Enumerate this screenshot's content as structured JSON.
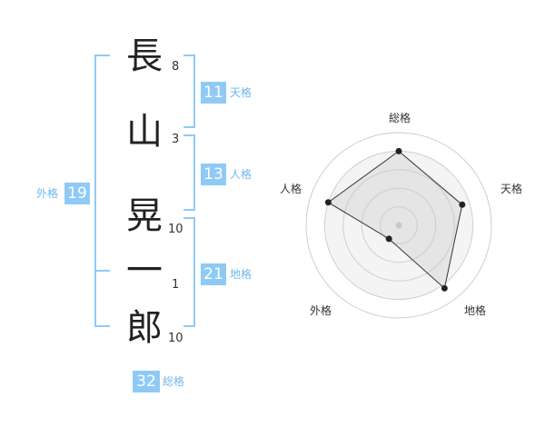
{
  "name": {
    "chars": [
      "長",
      "山",
      "晃",
      "一",
      "郎"
    ],
    "strokes": [
      "8",
      "3",
      "10",
      "1",
      "10"
    ]
  },
  "kaku": {
    "tenkaku": {
      "value": "11",
      "label": "天格"
    },
    "jinkaku": {
      "value": "13",
      "label": "人格"
    },
    "chikaku": {
      "value": "21",
      "label": "地格"
    },
    "gaikaku": {
      "value": "19",
      "label": "外格"
    },
    "soukaku": {
      "value": "32",
      "label": "総格"
    }
  },
  "radar": {
    "labels": [
      "総格",
      "天格",
      "地格",
      "外格",
      "人格"
    ],
    "levels": 5,
    "values": [
      4.0,
      3.6,
      4.2,
      0.9,
      4.0
    ],
    "max": 5,
    "colors": {
      "grid": "#cfcfcf",
      "fill": "#eeeeee",
      "line": "#333333",
      "point": "#222222",
      "center": "#c8c8c8"
    }
  }
}
